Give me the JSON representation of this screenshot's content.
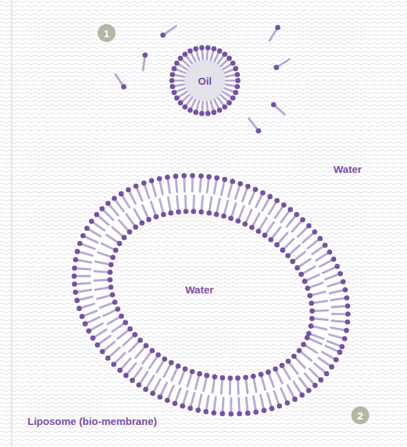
{
  "diagram": {
    "nodes": [
      {
        "text": [
          "Oil"
        ]
      },
      {
        "text": [
          "Water"
        ]
      }
    ],
    "labels": [
      "1",
      "Water",
      "Liposome (bio-membrane)",
      "2"
    ]
  }
}
